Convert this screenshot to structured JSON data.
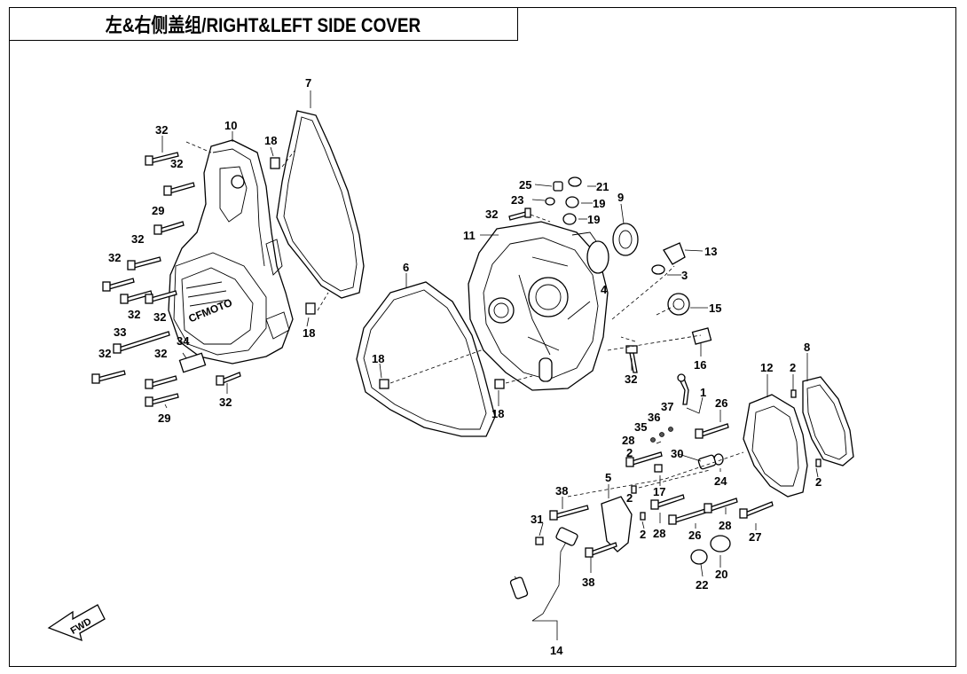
{
  "title": "左&右侧盖组/RIGHT&LEFT SIDE COVER",
  "fwd_label": "FWD",
  "brand_mark": "CFMOTO",
  "callouts": [
    "1",
    "2",
    "3",
    "4",
    "5",
    "6",
    "7",
    "8",
    "9",
    "10",
    "11",
    "12",
    "13",
    "14",
    "15",
    "16",
    "17",
    "18",
    "19",
    "20",
    "21",
    "22",
    "23",
    "24",
    "25",
    "26",
    "27",
    "28",
    "29",
    "30",
    "31",
    "32",
    "33",
    "34",
    "35",
    "36",
    "37",
    "38"
  ]
}
